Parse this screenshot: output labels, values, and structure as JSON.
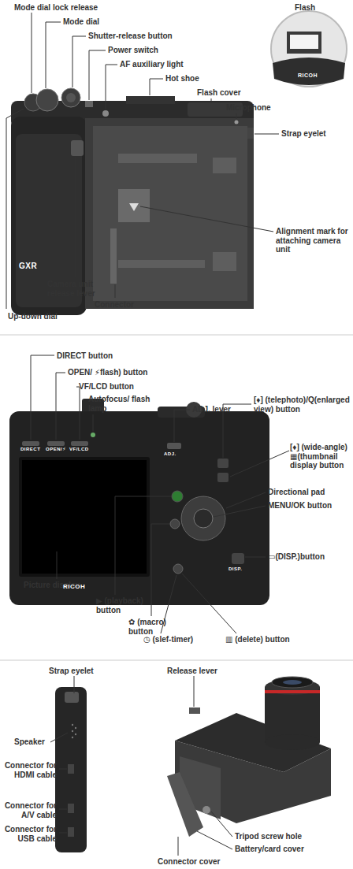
{
  "diagram": {
    "labels": [
      "Flash",
      "Mode dial lock release",
      "Mode dial",
      "Shutter-release button",
      "Power switch",
      "AF auxiliary light",
      "Hot shoe",
      "Flash cover",
      "Microphone",
      "Strap eyelet",
      "Alignment mark for attaching camera unit",
      "Camera unit release lever",
      "Connector",
      "Up-down dial",
      "RICOH",
      "GXR",
      "DIRECT button",
      "OPEN/ ⚡flash) button",
      "VF/LCD button",
      "Autofocus/ flash lamp",
      "ADJ. lever",
      "[♦] (telephoto)/Q(enlarged view) button",
      "[♦] (wide-angle) ▦(thumbnail display button",
      "Directional pad",
      "MENU/OK button",
      "▭(DISP.)button",
      "Picture display",
      "▶ (playback) button",
      "✿ (macro) button",
      "◷ (slef-timer)",
      "▥ (delete) button",
      "DIRECT",
      "OPEN/⚡",
      "VF/LCD",
      "ADJ.",
      "RICOH",
      "DISP.",
      "Strap eyelet",
      "Speaker",
      "Connector for HDMI cable",
      "Connector for A/V cable",
      "Connector for USB cable",
      "Release lever",
      "Tripod screw hole",
      "Battery/card cover",
      "Connector cover"
    ]
  }
}
